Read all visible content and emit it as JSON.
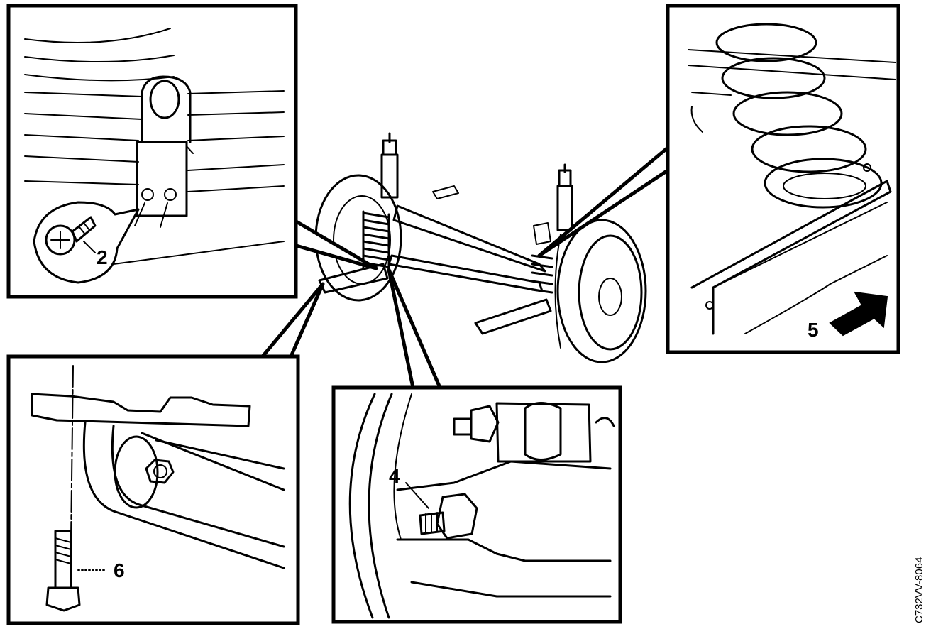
{
  "callouts": {
    "c2": "2",
    "c4": "4",
    "c5": "5",
    "c6": "6"
  },
  "figure_code": "C732VV-8064"
}
